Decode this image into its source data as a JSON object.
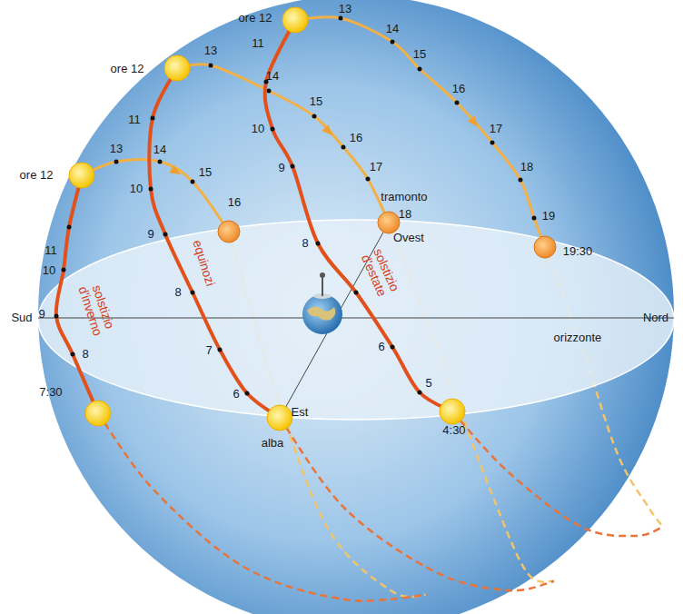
{
  "diagram": {
    "labels": [
      "ore 12",
      "13",
      "14",
      "15",
      "16",
      "11",
      "10",
      "9",
      "8",
      "7:30",
      "solstizio d'inverno",
      "ore 12",
      "13",
      "14",
      "15",
      "16",
      "17",
      "tramonto",
      "18",
      "11",
      "10",
      "9",
      "8",
      "7",
      "6",
      "alba",
      "equinozi",
      "ore 12",
      "13",
      "14",
      "15",
      "16",
      "17",
      "18",
      "19",
      "19:30",
      "11",
      "10",
      "9",
      "8",
      "6",
      "5",
      "4:30",
      "solstizio d'estate",
      "Sud",
      "Nord",
      "Ovest",
      "Est",
      "orizzonte"
    ]
  }
}
